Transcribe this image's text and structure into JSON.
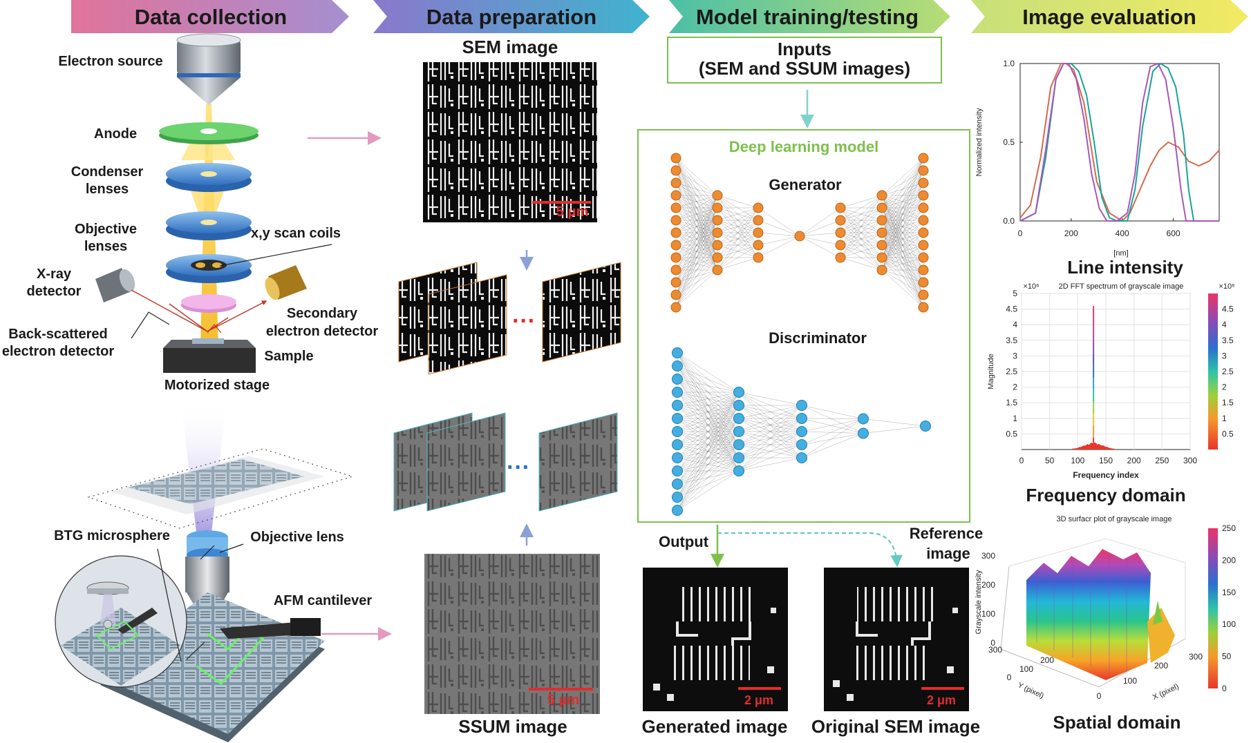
{
  "headers": [
    "Data collection",
    "Data preparation",
    "Model training/testing",
    "Image evaluation"
  ],
  "collection": {
    "electron_source": "Electron source",
    "anode": "Anode",
    "condenser_1": "Condenser",
    "condenser_2": "lenses",
    "objective_1": "Objective",
    "objective_2": "lenses",
    "scan_coils": "x,y scan coils",
    "xray_1": "X-ray",
    "xray_2": "detector",
    "secondary_1": "Secondary",
    "secondary_2": "electron detector",
    "backscatter_1": "Back-scattered",
    "backscatter_2": "electron detector",
    "sample": "Sample",
    "stage": "Motorized stage",
    "btg": "BTG microsphere",
    "objective_lens": "Objective lens",
    "afm": "AFM cantilever"
  },
  "preparation": {
    "sem_title": "SEM image",
    "ssum_title": "SSUM image",
    "scale_5um": "5 μm"
  },
  "model": {
    "inputs_1": "Inputs",
    "inputs_2": "(SEM and SSUM images)",
    "deep_title": "Deep learning model",
    "generator": "Generator",
    "discriminator": "Discriminator",
    "output": "Output",
    "reference_1": "Reference",
    "reference_2": "image",
    "generated": "Generated image",
    "original": "Original SEM image",
    "scale_2um": "2 μm"
  },
  "evaluation": {
    "line_title": "Line intensity",
    "freq_title": "Frequency domain",
    "spatial_title": "Spatial domain"
  },
  "chart_data": [
    {
      "type": "line",
      "title": "",
      "xlabel": "[nm]",
      "ylabel": "Normalized intensity",
      "xlim": [
        0,
        780
      ],
      "ylim": [
        0,
        1.0
      ],
      "xticks": [
        0,
        200,
        400,
        600
      ],
      "yticks": [
        0.0,
        0.5,
        1.0
      ],
      "grid": false,
      "series": [
        {
          "color": "#d46a4a",
          "x": [
            0,
            40,
            80,
            120,
            160,
            180,
            210,
            250,
            300,
            350,
            400,
            430,
            470,
            510,
            545,
            580,
            620,
            660,
            700,
            740,
            780
          ],
          "y": [
            0.02,
            0.1,
            0.4,
            0.85,
            1.0,
            1.0,
            0.96,
            0.75,
            0.25,
            0.05,
            0.0,
            0.05,
            0.2,
            0.35,
            0.45,
            0.5,
            0.47,
            0.38,
            0.35,
            0.38,
            0.45
          ]
        },
        {
          "color": "#16a39a",
          "x": [
            0,
            60,
            100,
            140,
            170,
            200,
            230,
            260,
            290,
            320,
            350,
            380,
            420,
            450,
            480,
            520,
            550,
            580,
            610,
            640,
            660,
            680,
            780
          ],
          "y": [
            0.0,
            0.05,
            0.4,
            0.9,
            1.0,
            1.0,
            0.95,
            0.8,
            0.5,
            0.15,
            0.02,
            0.0,
            0.0,
            0.2,
            0.6,
            0.95,
            1.0,
            0.97,
            0.85,
            0.55,
            0.2,
            0.0,
            0.0
          ]
        },
        {
          "color": "#a855b8",
          "x": [
            0,
            60,
            100,
            140,
            170,
            190,
            220,
            250,
            280,
            310,
            340,
            380,
            420,
            450,
            480,
            510,
            540,
            570,
            600,
            630,
            650,
            780
          ],
          "y": [
            0.0,
            0.05,
            0.45,
            0.9,
            1.0,
            1.0,
            0.9,
            0.65,
            0.3,
            0.08,
            0.0,
            0.0,
            0.05,
            0.3,
            0.75,
            0.98,
            1.0,
            0.9,
            0.6,
            0.2,
            0.0,
            0.0
          ]
        }
      ]
    },
    {
      "type": "bar",
      "title": "2D FFT spectrum of grayscale image",
      "xlabel": "Frequency index",
      "ylabel": "Magnitude",
      "y_multiplier": "×10⁶",
      "xlim": [
        0,
        300
      ],
      "ylim": [
        0,
        5
      ],
      "xticks": [
        0,
        50,
        100,
        150,
        200,
        250,
        300
      ],
      "yticks": [
        0.5,
        1,
        1.5,
        2,
        2.5,
        3,
        3.5,
        4,
        4.5,
        5
      ],
      "colorbar_ticks": [
        0.5,
        1,
        1.5,
        2,
        2.5,
        3,
        3.5,
        4,
        4.5
      ],
      "peak": {
        "x": 128,
        "y": 4.6
      },
      "base_band": {
        "x": [
          90,
          165
        ],
        "y_max": 0.25
      }
    },
    {
      "type": "heatmap",
      "title": "3D surfacr plot of grayscale image",
      "xlabel": "X (pixel)",
      "ylabel": "Y (pixel)",
      "zlabel": "Grayscale intensity",
      "zticks": [
        0,
        100,
        200,
        300
      ],
      "xticks": [
        0,
        100,
        200,
        300
      ],
      "yticks": [
        0,
        100,
        200,
        300
      ],
      "colorbar_ticks": [
        0,
        50,
        100,
        150,
        200,
        250
      ]
    }
  ]
}
